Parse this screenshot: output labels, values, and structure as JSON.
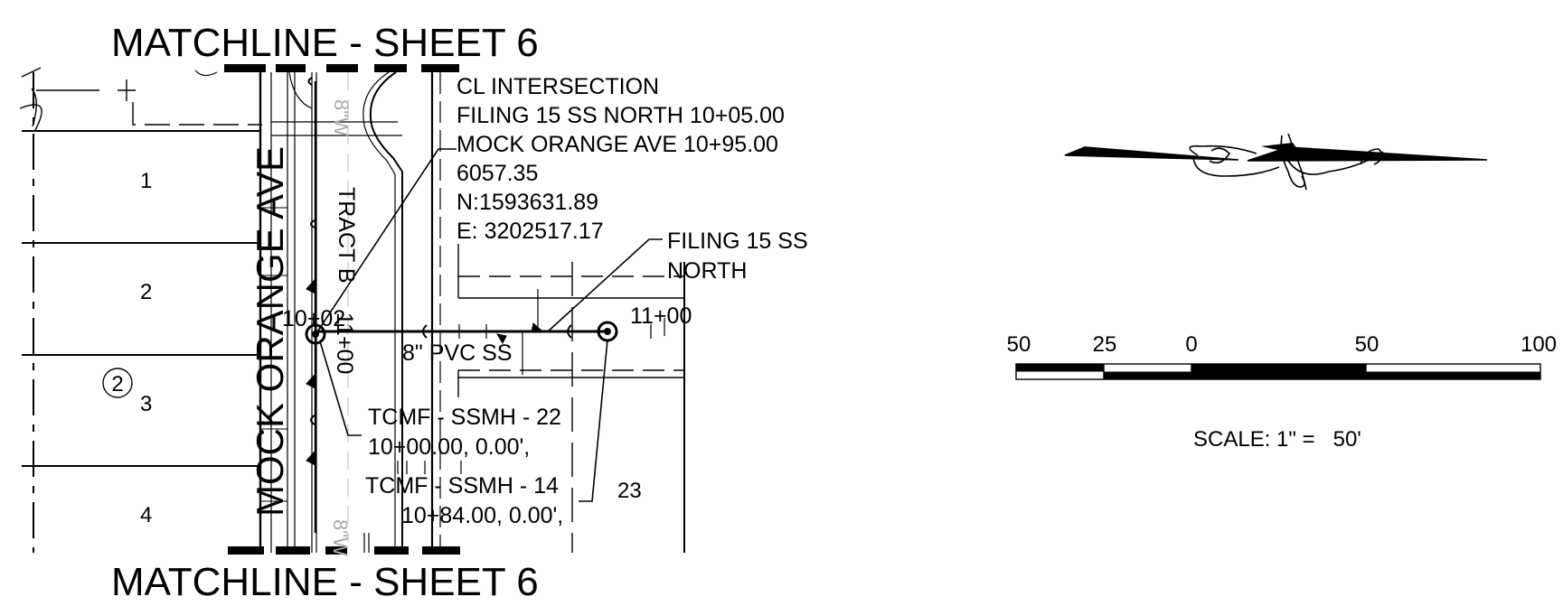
{
  "matchline_top": "MATCHLINE - SHEET 6",
  "matchline_bottom": "MATCHLINE - SHEET 6",
  "street_name": "MOCK ORANGE AVE",
  "tract_label": "TRACT B",
  "lots": [
    "1",
    "2",
    "3",
    "4",
    "23"
  ],
  "block_number": "2",
  "pipe_label": "8\" PVC SS",
  "faint_pipe_label": "8\"W",
  "station_labels": {
    "sta_1002": "10+02",
    "sta_1100_vertical": "11+00",
    "sta_1100": "11+00"
  },
  "cl_intersection": {
    "lines": [
      "CL INTERSECTION",
      "FILING 15 SS NORTH 10+05.00",
      "MOCK ORANGE AVE 10+95.00",
      "6057.35",
      "N:1593631.89",
      "E: 3202517.17"
    ]
  },
  "filing_label": [
    "FILING 15 SS",
    "NORTH"
  ],
  "manholes": [
    {
      "name": "TCMF - SSMH - 22",
      "station": "10+00.00, 0.00',"
    },
    {
      "name": "TCMF - SSMH - 14",
      "station": "10+84.00, 0.00',"
    }
  ],
  "scale_bar": {
    "ticks": [
      "50",
      "25",
      "0",
      "50",
      "100"
    ],
    "scale_text": "SCALE: 1\" =   50'"
  },
  "north_arrow_icon": "north-arrow-ornament"
}
